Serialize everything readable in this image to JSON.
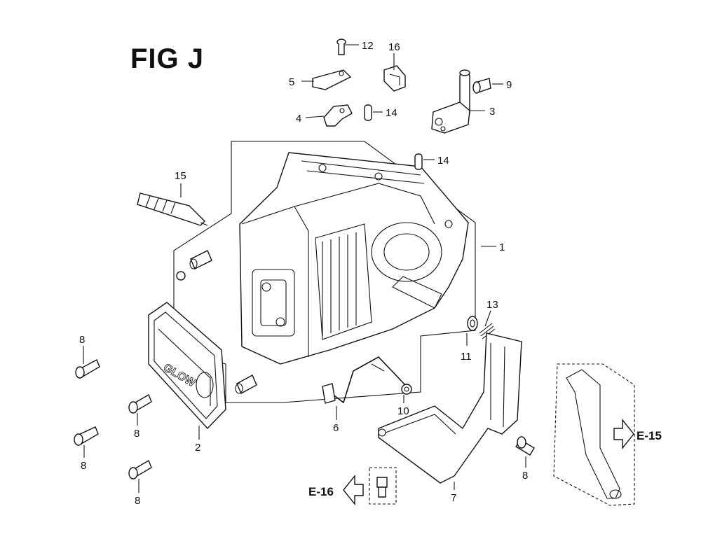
{
  "title": "FIG J",
  "callouts": {
    "c1": "1",
    "c2": "2",
    "c3": "3",
    "c4": "4",
    "c5": "5",
    "c6": "6",
    "c7": "7",
    "c8a": "8",
    "c8b": "8",
    "c8c": "8",
    "c8d": "8",
    "c8e": "8",
    "c9": "9",
    "c10": "10",
    "c11": "11",
    "c12": "12",
    "c13": "13",
    "c14a": "14",
    "c14b": "14",
    "c15": "15",
    "c16": "16"
  },
  "references": {
    "e15": "E-15",
    "e16": "E-16"
  }
}
